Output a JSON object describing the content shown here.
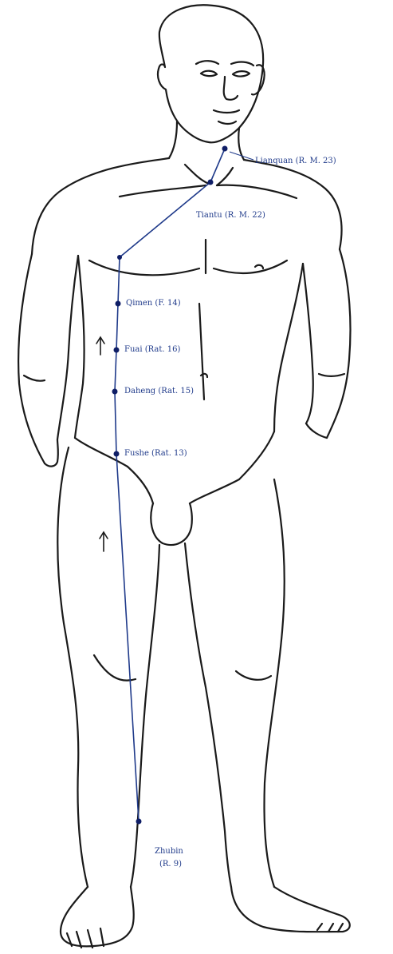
{
  "colors": {
    "outline": "#1a1a1a",
    "meridian": "#1f3a8a",
    "point": "#0f1e66",
    "label": "#1f3a8a"
  },
  "points": {
    "lianquan": "Lianquan (R. M. 23)",
    "tiantu": "Tiantu (R. M. 22)",
    "qimen": "Qimen (F. 14)",
    "fuai": "Fuai (Rat. 16)",
    "daheng": "Daheng (Rat. 15)",
    "fushe": "Fushe (Rat. 13)",
    "zhubin_name": "Zhubin",
    "zhubin_code": "(R. 9)"
  },
  "arrows": [
    "upward-direction-arrow",
    "upward-direction-arrow"
  ]
}
